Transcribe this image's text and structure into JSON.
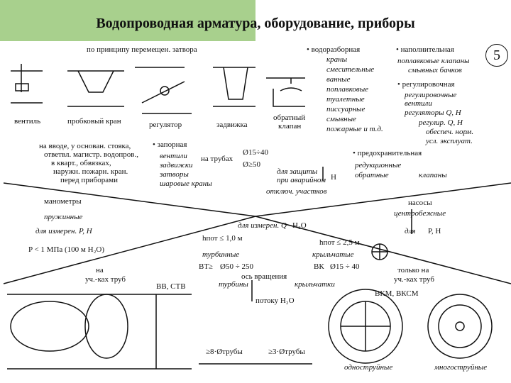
{
  "slide": {
    "title": "Водопроводная арматура, оборудование, приборы",
    "number": "5",
    "header_green": "#a8d08d"
  },
  "valves": {
    "principle": "по принципу перемещен. затвора",
    "types": [
      "вентиль",
      "пробковый кран",
      "регулятор",
      "задвижка",
      "обратный",
      "клапан"
    ],
    "water_fittings": {
      "heading": "• водоразборная",
      "items": [
        "краны",
        "смесительные",
        "ванные",
        "поплавковые",
        "туалетные",
        "писсуарные",
        "смывные",
        "пожарные и т.д."
      ]
    },
    "filling": {
      "heading": "• наполнительная",
      "items": [
        "поплавковые клапаны",
        "смывных бачков"
      ]
    },
    "regulating": {
      "heading": "• регулировочная",
      "items": [
        "регулировочные",
        "вентили",
        "регуляторы Q, H",
        "регулир. Q, H",
        "обеспеч. норм.",
        "усл. эксплуат."
      ]
    },
    "shutoff_note": [
      "на вводе, у основан. стояка,",
      "ответвл. магистр. водопров.,",
      "в кварт., обвязках,",
      "наружн. пожарн. кран.",
      "перед приборами"
    ],
    "shutoff": {
      "heading": "• запорная",
      "items": [
        "вентили",
        "задвижки",
        "затворы",
        "шаровые краны"
      ],
      "pipes_label": "на трубах",
      "d1": "Ø15÷40",
      "d2": "Ø≥50"
    },
    "safety": {
      "heading": "• предохранительная",
      "items": [
        "редукционные",
        "обратные",
        "клапаны"
      ],
      "protect": [
        "для защиты",
        "при аварийном",
        "отключ. участков"
      ],
      "h": "H"
    }
  },
  "devices": {
    "manometers": "манометры",
    "spring": "пружинные",
    "measure_ph": "для измерен. P, H",
    "pressure": "P < 1 МПа (100 м H₂O)",
    "na": "на",
    "pipes_note": "уч.-ках труб",
    "measure_q": "для измерен. Q",
    "h2o": "H₂O",
    "hpot1": "hпот ≤ 1,0 м",
    "hpot2": "hпот ≤ 2,5 м",
    "turbine": "турбинные",
    "vane": "крыльчатые",
    "vt": "ВТ≥",
    "vt_d": "Ø50 ÷ 250",
    "vk": "ВК",
    "vk_d": "Ø15 ÷ 40",
    "axis": "ось вращения",
    "turbines": "турбины",
    "impellers": "крыльчатки",
    "flow": "потоку H₂O",
    "vv": "ВВ, СТВ",
    "vkm": "ВКМ, ВКСМ",
    "only_on": "только на",
    "pipes2": "уч.-ках труб",
    "pumps": "насосы",
    "centrifugal": "центробежные",
    "for": "для",
    "ph": "P, H",
    "dia1": "≥8·Øтрубы",
    "dia2": "≥3·Øтрубы",
    "single_jet": "одноструйные",
    "multi_jet": "многоструйные"
  }
}
